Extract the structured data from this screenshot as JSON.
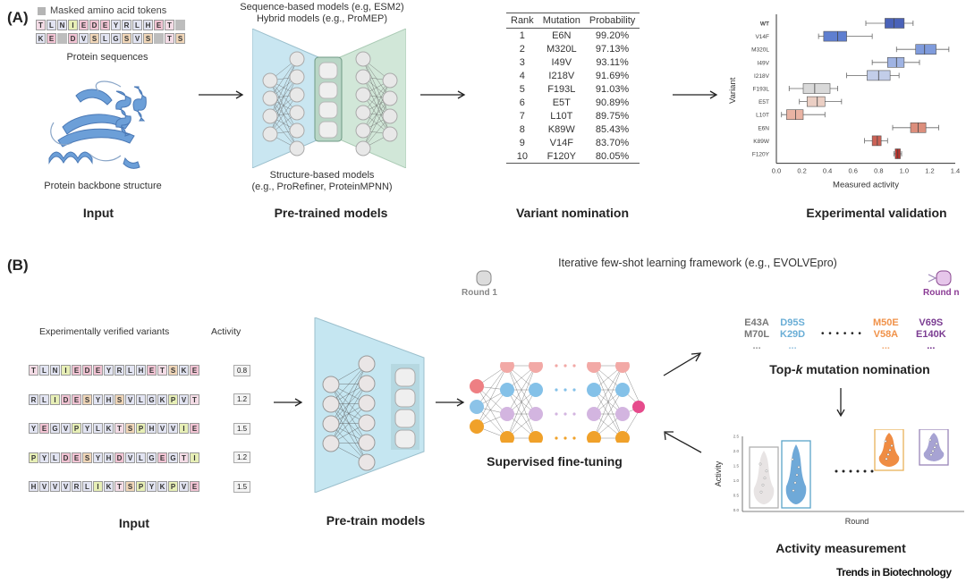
{
  "panel_a": {
    "label": "(A)",
    "legend_mask": "Masked amino acid tokens",
    "seq_rows": [
      [
        "T",
        "L",
        "N",
        "I",
        "E",
        "D",
        "E",
        "Y",
        "R",
        "L",
        "H",
        "E",
        "T",
        ""
      ],
      [
        "K",
        "E",
        "",
        "D",
        "V",
        "S",
        "L",
        "G",
        "S",
        "V",
        "S",
        "",
        "T",
        "S"
      ]
    ],
    "protein_sequences": "Protein sequences",
    "backbone_caption": "Protein backbone structure",
    "input_title": "Input",
    "model_top_line1": "Sequence-based models (e.g, ESM2)",
    "model_top_line2": "Hybrid models (e.g., ProMEP)",
    "model_bottom_line1": "Structure-based models",
    "model_bottom_line2": "(e.g., ProRefiner, ProteinMPNN)",
    "pretrained_title": "Pre-trained models",
    "table_headers": [
      "Rank",
      "Mutation",
      "Probability"
    ],
    "table_rows": [
      [
        "1",
        "E6N",
        "99.20%"
      ],
      [
        "2",
        "M320L",
        "97.13%"
      ],
      [
        "3",
        "I49V",
        "93.11%"
      ],
      [
        "4",
        "I218V",
        "91.69%"
      ],
      [
        "5",
        "F193L",
        "91.03%"
      ],
      [
        "6",
        "E5T",
        "90.89%"
      ],
      [
        "7",
        "L10T",
        "89.75%"
      ],
      [
        "8",
        "K89W",
        "85.43%"
      ],
      [
        "9",
        "V14F",
        "83.70%"
      ],
      [
        "10",
        "F120Y",
        "80.05%"
      ]
    ],
    "nomination_title": "Variant nomination",
    "validation_title": "Experimental validation"
  },
  "chart_data": [
    {
      "type": "boxplot",
      "title": "Experimental validation",
      "xlabel": "Measured activity",
      "ylabel": "Variant",
      "xlim": [
        0.0,
        1.4
      ],
      "xticks": [
        "0.0",
        "0.2",
        "0.4",
        "0.6",
        "0.8",
        "1.0",
        "1.2",
        "1.4"
      ],
      "categories": [
        "WT",
        "V14F",
        "M320L",
        "I49V",
        "I218V",
        "F193L",
        "E5T",
        "L10T",
        "E6N",
        "K89W",
        "F120Y"
      ],
      "series": [
        {
          "name": "WT",
          "min": 0.7,
          "q1": 0.85,
          "median": 0.92,
          "q3": 1.0,
          "max": 1.07,
          "color": "#4a62b8"
        },
        {
          "name": "V14F",
          "min": 0.33,
          "q1": 0.37,
          "median": 0.48,
          "q3": 0.55,
          "max": 0.75,
          "color": "#5f7fd0"
        },
        {
          "name": "M320L",
          "min": 0.94,
          "q1": 1.09,
          "median": 1.16,
          "q3": 1.25,
          "max": 1.35,
          "color": "#7f9bdc"
        },
        {
          "name": "I49V",
          "min": 0.75,
          "q1": 0.87,
          "median": 0.94,
          "q3": 1.0,
          "max": 1.12,
          "color": "#9fb3e3"
        },
        {
          "name": "I218V",
          "min": 0.55,
          "q1": 0.71,
          "median": 0.8,
          "q3": 0.89,
          "max": 0.96,
          "color": "#c2cde9"
        },
        {
          "name": "F193L",
          "min": 0.1,
          "q1": 0.21,
          "median": 0.3,
          "q3": 0.42,
          "max": 0.48,
          "color": "#d9d9d9"
        },
        {
          "name": "E5T",
          "min": 0.18,
          "q1": 0.24,
          "median": 0.32,
          "q3": 0.38,
          "max": 0.51,
          "color": "#ebcfc4"
        },
        {
          "name": "L10T",
          "min": 0.04,
          "q1": 0.08,
          "median": 0.15,
          "q3": 0.21,
          "max": 0.38,
          "color": "#e9b3a3"
        },
        {
          "name": "E6N",
          "min": 0.91,
          "q1": 1.05,
          "median": 1.11,
          "q3": 1.17,
          "max": 1.27,
          "color": "#dc8e7c"
        },
        {
          "name": "K89W",
          "min": 0.69,
          "q1": 0.75,
          "median": 0.79,
          "q3": 0.82,
          "max": 0.87,
          "color": "#cc6256"
        },
        {
          "name": "F120Y",
          "min": 0.92,
          "q1": 0.93,
          "median": 0.95,
          "q3": 0.97,
          "max": 0.98,
          "color": "#b8332d"
        }
      ]
    },
    {
      "type": "violin",
      "title": "Activity measurement",
      "xlabel": "Round",
      "ylabel": "Activity",
      "yticks": [
        "0.0",
        "0.5",
        "1.0",
        "1.5",
        "2.0",
        "2.5"
      ],
      "groups": [
        {
          "name": "round-1",
          "center": 0.8,
          "color": "#e8e4e4",
          "frame": "#b0b0b0"
        },
        {
          "name": "round-2",
          "center": 0.95,
          "color": "#6fa9d8",
          "frame": "#5aa4c8"
        },
        {
          "name": "round-n-1",
          "center": 1.6,
          "color": "#ef8c43",
          "frame": "#e9b25a"
        },
        {
          "name": "round-n",
          "center": 2.1,
          "color": "#a7a3d3",
          "frame": "#9985b8"
        }
      ]
    }
  ],
  "panel_b": {
    "label": "(B)",
    "verified_header": "Experimentally verified variants",
    "activity_header": "Activity",
    "variants": [
      {
        "seq": [
          "T",
          "L",
          "N",
          "I",
          "E",
          "D",
          "E",
          "Y",
          "R",
          "L",
          "H",
          "E",
          "T",
          "S",
          "K",
          "E"
        ],
        "activity": "0.8"
      },
      {
        "seq": [
          "R",
          "L",
          "I",
          "D",
          "E",
          "S",
          "Y",
          "H",
          "S",
          "V",
          "L",
          "G",
          "K",
          "P",
          "V",
          "T"
        ],
        "activity": "1.2"
      },
      {
        "seq": [
          "Y",
          "E",
          "G",
          "V",
          "P",
          "Y",
          "L",
          "K",
          "T",
          "S",
          "P",
          "H",
          "V",
          "V",
          "I",
          "E"
        ],
        "activity": "1.5"
      },
      {
        "seq": [
          "P",
          "Y",
          "L",
          "D",
          "E",
          "S",
          "Y",
          "H",
          "D",
          "V",
          "L",
          "G",
          "E",
          "G",
          "T",
          "I"
        ],
        "activity": "1.2"
      },
      {
        "seq": [
          "H",
          "V",
          "V",
          "V",
          "R",
          "L",
          "I",
          "K",
          "T",
          "S",
          "P",
          "Y",
          "K",
          "P",
          "V",
          "E"
        ],
        "activity": "1.5"
      }
    ],
    "input_title": "Input",
    "pretrain_title": "Pre-train models",
    "finetune_title": "Supervised fine-tuning",
    "framework_label": "Iterative few-shot learning framework (e.g., EVOLVEpro)",
    "round_start": "Round 1",
    "round_end": "Round n",
    "mutation_groups": [
      {
        "lines": [
          "E43A",
          "M70L"
        ],
        "more": "...",
        "color": "#777777"
      },
      {
        "lines": [
          "D95S",
          "K29D"
        ],
        "more": "...",
        "color": "#6aaed6"
      },
      {
        "lines": [
          "M50E",
          "V58A"
        ],
        "more": "...",
        "color": "#f0924a"
      },
      {
        "lines": [
          "V69S",
          "E140K"
        ],
        "more": "...",
        "color": "#7b3d92"
      }
    ],
    "ellipsis": "• • • • • •",
    "topk_title_prefix": "Top-",
    "topk_title_k": "k",
    "topk_title_suffix": " mutation nomination",
    "activity_title": "Activity measurement",
    "violin_xlabel": "Round",
    "violin_ylabel": "Activity"
  },
  "footer": {
    "journal": "Trends in Biotechnology"
  }
}
